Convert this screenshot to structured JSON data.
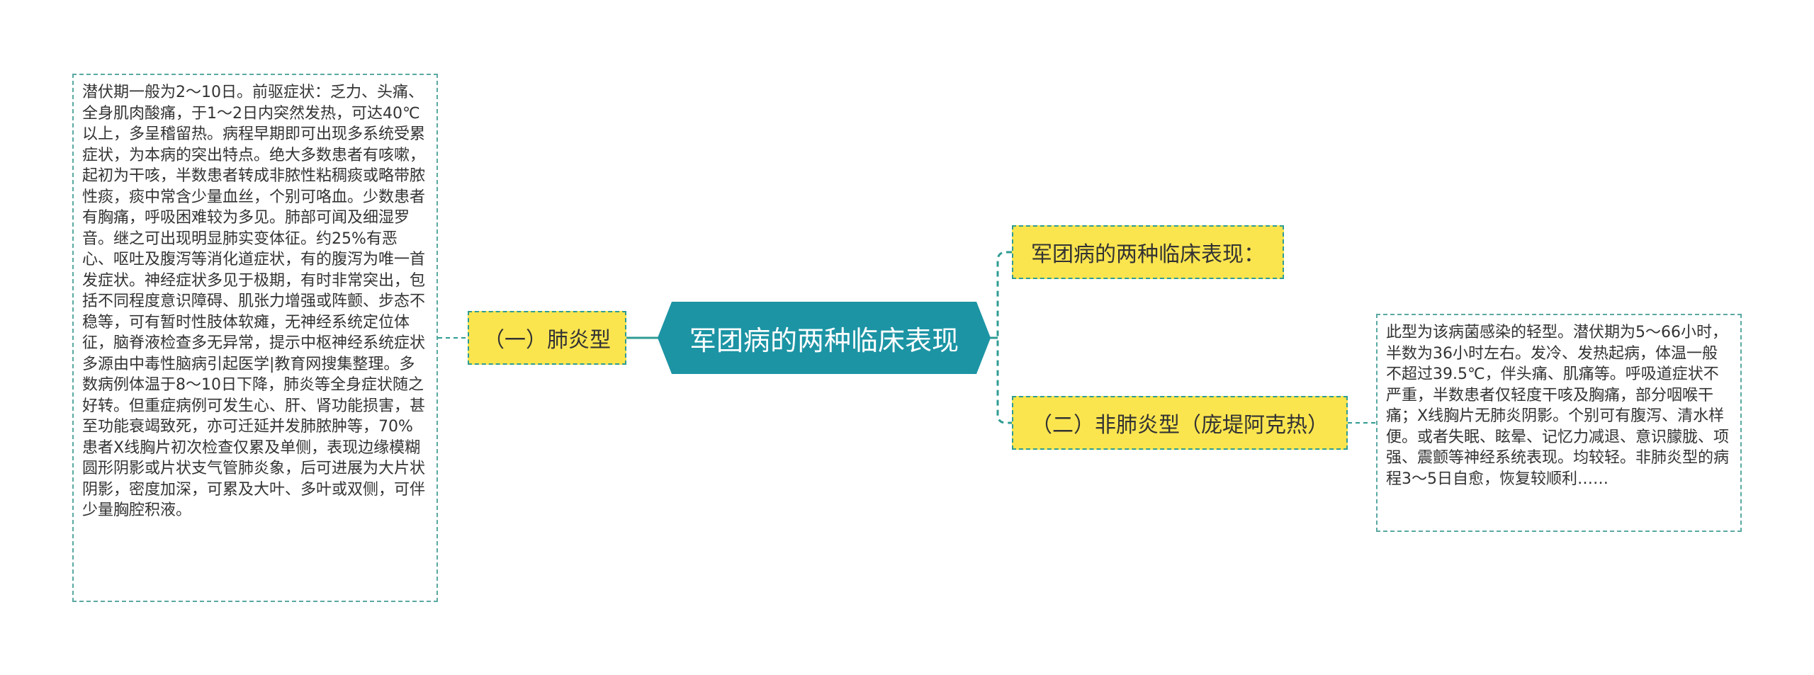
{
  "colors": {
    "central_fill": "#1c94a4",
    "branch_fill": "#fbe54f",
    "connector": "#2f9c93",
    "box_border": "#5aa9a2"
  },
  "mindmap": {
    "central": "军团病的两种临床表现",
    "left_branch": {
      "label": "（一）肺炎型",
      "detail": "潜伏期一般为2～10日。前驱症状：乏力、头痛、全身肌肉酸痛，于1～2日内突然发热，可达40℃以上，多呈稽留热。病程早期即可出现多系统受累症状，为本病的突出特点。绝大多数患者有咳嗽，起初为干咳，半数患者转成非脓性粘稠痰或略带脓性痰，痰中常含少量血丝，个别可咯血。少数患者有胸痛，呼吸困难较为多见。肺部可闻及细湿罗音。继之可出现明显肺实变体征。约25%有恶心、呕吐及腹泻等消化道症状，有的腹泻为唯一首发症状。神经症状多见于极期，有时非常突出，包括不同程度意识障碍、肌张力增强或阵颤、步态不稳等，可有暂时性肢体软瘫，无神经系统定位体征，脑脊液检查多无异常，提示中枢神经系统症状多源由中毒性脑病引起医学|教育网搜集整理。多数病例体温于8～10日下降，肺炎等全身症状随之好转。但重症病例可发生心、肝、肾功能损害，甚至功能衰竭致死，亦可迁延并发肺脓肿等，70%患者X线胸片初次检查仅累及单侧，表现边缘模糊圆形阴影或片状支气管肺炎象，后可进展为大片状阴影，密度加深，可累及大叶、多叶或双侧，可伴少量胸腔积液。"
    },
    "right_top": {
      "label": "军团病的两种临床表现："
    },
    "right_bottom": {
      "label": "（二）非肺炎型（庞堤阿克热）",
      "detail": "此型为该病菌感染的轻型。潜伏期为5～66小时，半数为36小时左右。发冷、发热起病，体温一般不超过39.5℃，伴头痛、肌痛等。呼吸道症状不严重，半数患者仅轻度干咳及胸痛，部分咽喉干痛；X线胸片无肺炎阴影。个别可有腹泻、清水样便。或者失眠、眩晕、记忆力减退、意识朦胧、项强、震颤等神经系统表现。均较轻。非肺炎型的病程3～5日自愈，恢复较顺利……"
    }
  }
}
